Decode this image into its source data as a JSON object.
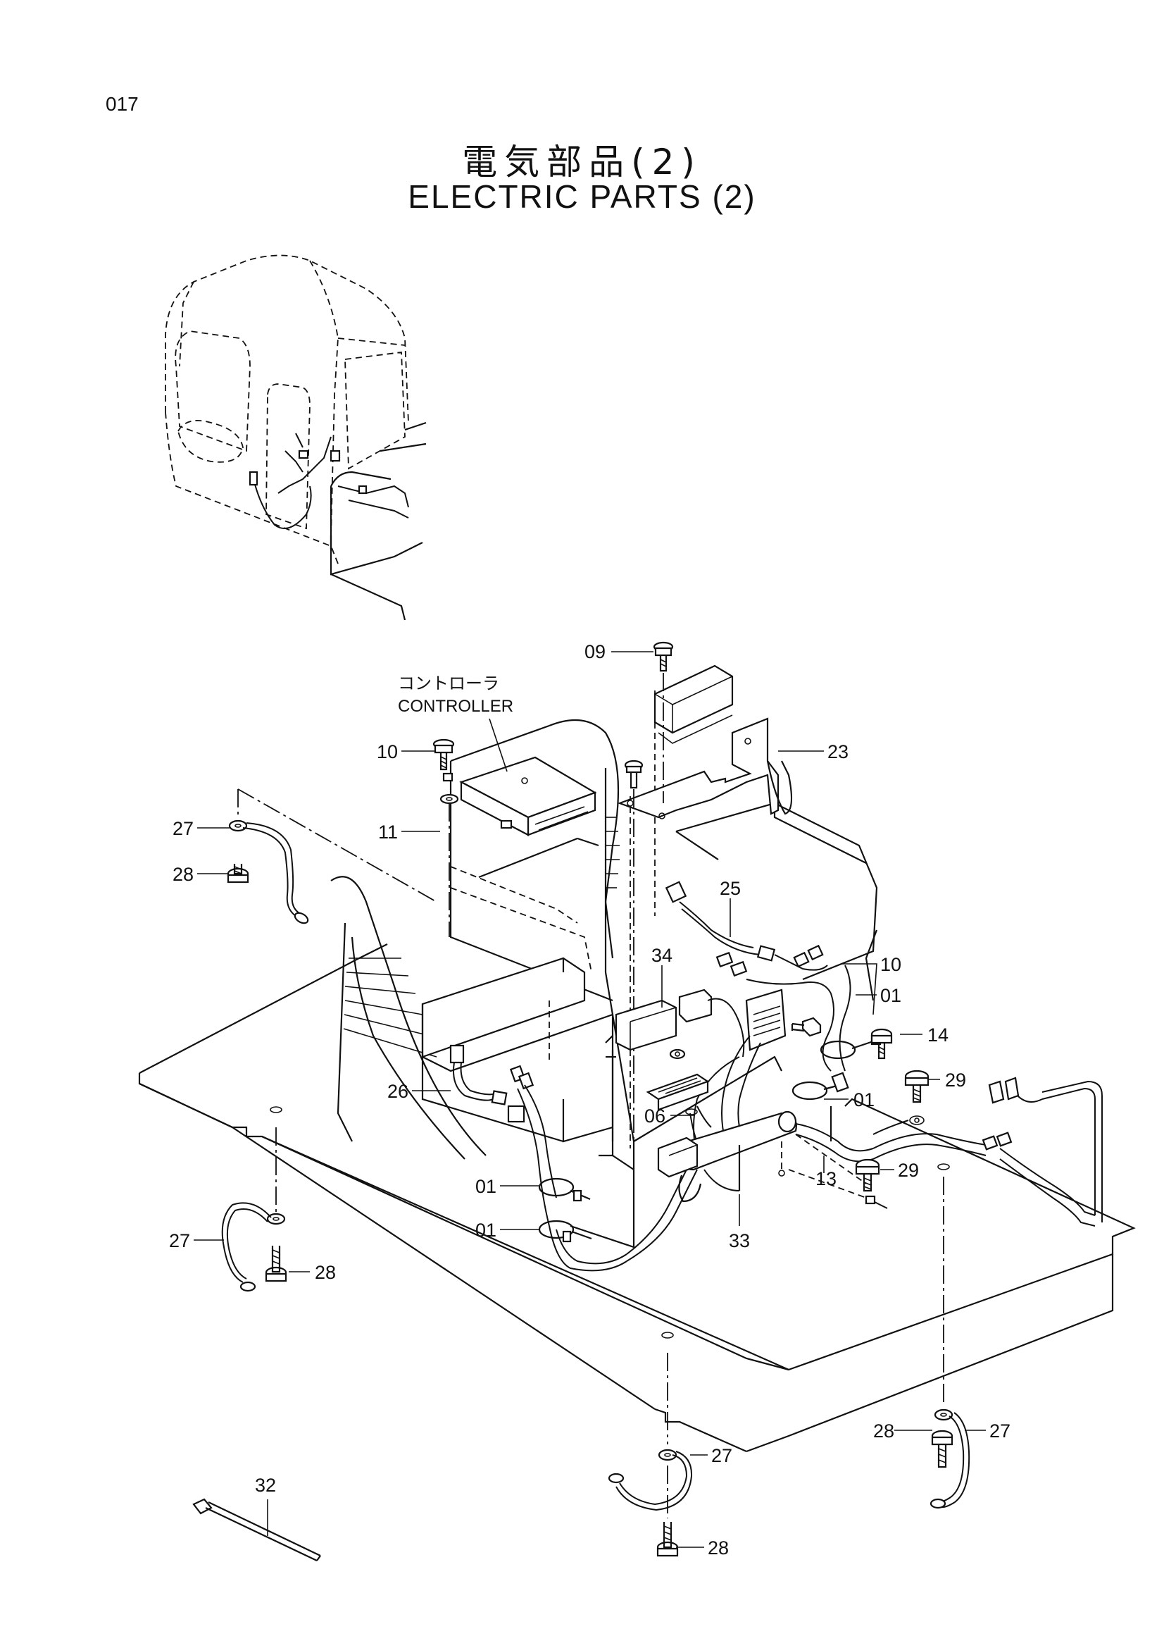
{
  "page": {
    "number": "017",
    "title_jp": "電気部品(2)",
    "title_en": "ELECTRIC   PARTS (2)"
  },
  "controller_label": {
    "jp": "コントローラ",
    "en": "CONTROLLER"
  },
  "callouts": [
    {
      "id": "c09",
      "label": "09"
    },
    {
      "id": "c23",
      "label": "23"
    },
    {
      "id": "c10a",
      "label": "10"
    },
    {
      "id": "c11",
      "label": "11"
    },
    {
      "id": "c27a",
      "label": "27"
    },
    {
      "id": "c28a",
      "label": "28"
    },
    {
      "id": "c25",
      "label": "25"
    },
    {
      "id": "c34",
      "label": "34"
    },
    {
      "id": "c10b",
      "label": "10"
    },
    {
      "id": "c01a",
      "label": "01"
    },
    {
      "id": "c14",
      "label": "14"
    },
    {
      "id": "c29a",
      "label": "29"
    },
    {
      "id": "c26",
      "label": "26"
    },
    {
      "id": "c01b",
      "label": "01"
    },
    {
      "id": "c06",
      "label": "06"
    },
    {
      "id": "c13",
      "label": "13"
    },
    {
      "id": "c29b",
      "label": "29"
    },
    {
      "id": "c01c",
      "label": "01"
    },
    {
      "id": "c01d",
      "label": "01"
    },
    {
      "id": "c33",
      "label": "33"
    },
    {
      "id": "c27b",
      "label": "27"
    },
    {
      "id": "c28b",
      "label": "28"
    },
    {
      "id": "c28c",
      "label": "28"
    },
    {
      "id": "c27c",
      "label": "27"
    },
    {
      "id": "c27d",
      "label": "27"
    },
    {
      "id": "c28d",
      "label": "28"
    },
    {
      "id": "c32",
      "label": "32"
    }
  ]
}
